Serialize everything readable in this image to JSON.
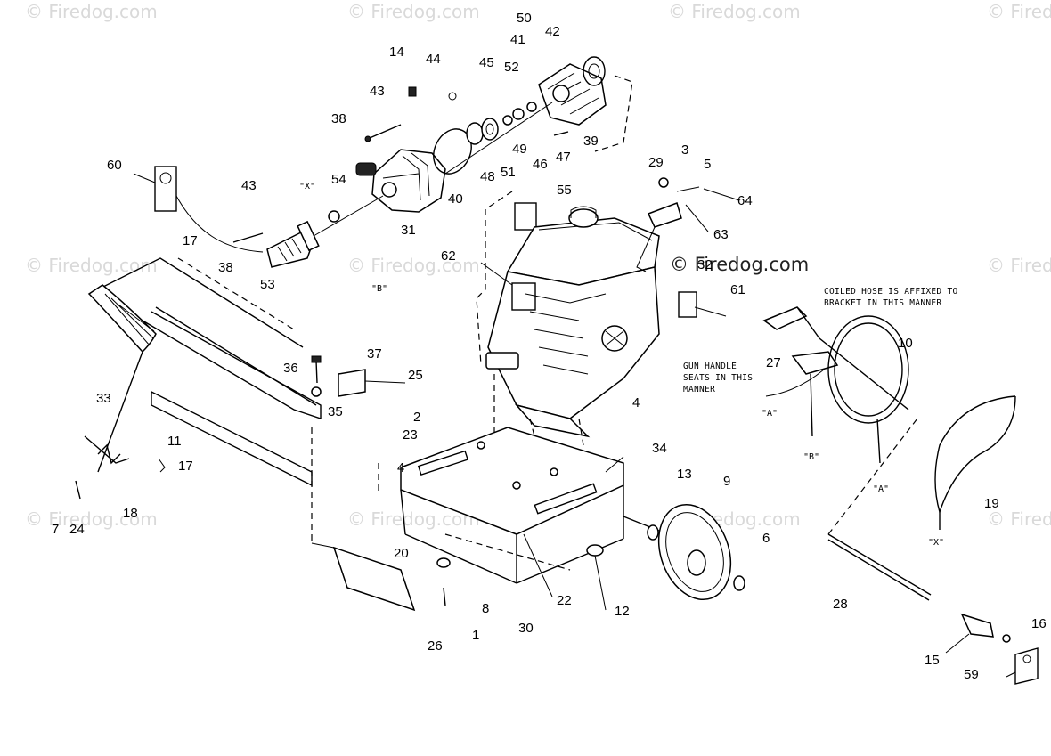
{
  "watermark": "© Firedog.com",
  "copyright_label": "© Firedog.com",
  "notes": {
    "hose": [
      "COILED HOSE IS AFFIXED TO",
      "BRACKET IN THIS MANNER"
    ],
    "gun": [
      "GUN HANDLE",
      "SEATS IN THIS",
      "MANNER"
    ]
  },
  "quoted_labels": {
    "x_top": "\"X\"",
    "b_top": "\"B\"",
    "a_gun": "\"A\"",
    "b_gun": "\"B\"",
    "a_hose": "\"A\"",
    "x_hose": "\"X\""
  },
  "parts": {
    "p1": "1",
    "p2": "2",
    "p3": "3",
    "p4a": "4",
    "p4b": "4",
    "p5": "5",
    "p6": "6",
    "p7": "7",
    "p8": "8",
    "p9": "9",
    "p10": "10",
    "p11": "11",
    "p12": "12",
    "p13": "13",
    "p14": "14",
    "p15": "15",
    "p16": "16",
    "p17a": "17",
    "p17b": "17",
    "p18": "18",
    "p19": "19",
    "p20": "20",
    "p22": "22",
    "p23": "23",
    "p24": "24",
    "p25": "25",
    "p26": "26",
    "p27": "27",
    "p28": "28",
    "p29": "29",
    "p30": "30",
    "p31": "31",
    "p32": "32",
    "p33": "33",
    "p34": "34",
    "p35": "35",
    "p36": "36",
    "p37": "37",
    "p38a": "38",
    "p38b": "38",
    "p39": "39",
    "p40": "40",
    "p41": "41",
    "p42": "42",
    "p43a": "43",
    "p43b": "43",
    "p44": "44",
    "p45": "45",
    "p46": "46",
    "p47": "47",
    "p48": "48",
    "p49": "49",
    "p50": "50",
    "p51": "51",
    "p52": "52",
    "p53": "53",
    "p54": "54",
    "p55": "55",
    "p59": "59",
    "p60": "60",
    "p61": "61",
    "p62": "62",
    "p63": "63",
    "p64": "64"
  }
}
